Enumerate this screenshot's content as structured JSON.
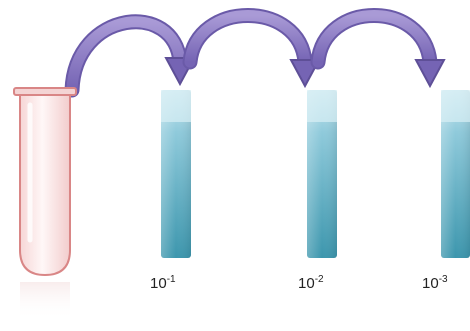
{
  "dilutions": [
    {
      "base": "10",
      "exponent": "-1"
    },
    {
      "base": "10",
      "exponent": "-2"
    },
    {
      "base": "10",
      "exponent": "-3"
    }
  ],
  "colors": {
    "arrow": "#8f82c4",
    "arrow_dark": "#5e4f97",
    "liquid_top": "#cde8f0",
    "liquid_mid": "#7cc2d6",
    "liquid_bottom": "#3c96ad",
    "source_tube_outline": "#d98686",
    "source_tube_fill": "#fdeeee"
  }
}
